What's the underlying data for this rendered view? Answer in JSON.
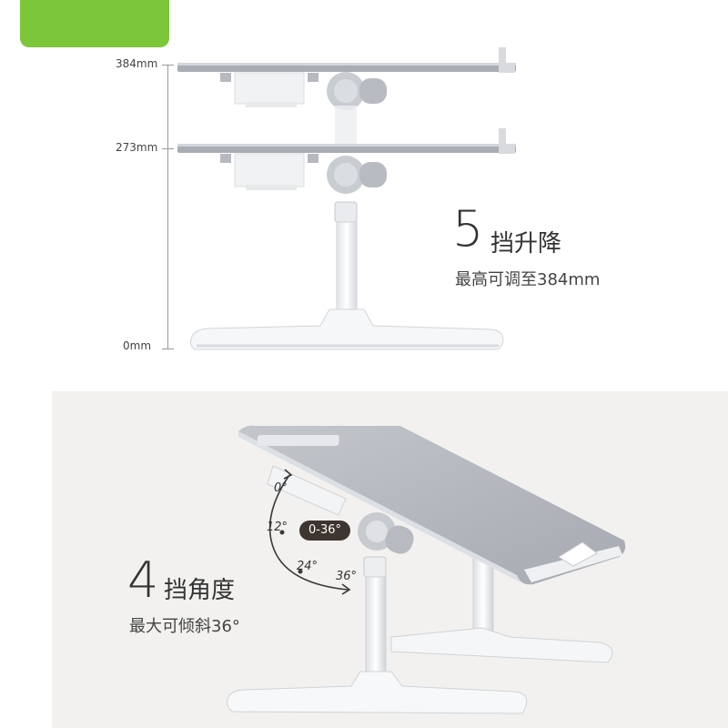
{
  "height_scale": {
    "top_label": "384mm",
    "mid_label": "273mm",
    "bottom_label": "0mm"
  },
  "height_feature": {
    "number": "5",
    "title": "挡升降",
    "subtitle": "最高可调至384mm"
  },
  "tilt_feature": {
    "number": "4",
    "title": "挡角度",
    "subtitle": "最大可倾斜36°",
    "range_badge": "0-36°",
    "angles": [
      "0°",
      "12°",
      "24°",
      "36°"
    ]
  },
  "colors": {
    "accent_green": "#7cc63a",
    "badge_dark": "#3e3530",
    "tray_gray": "#a9adb4"
  }
}
